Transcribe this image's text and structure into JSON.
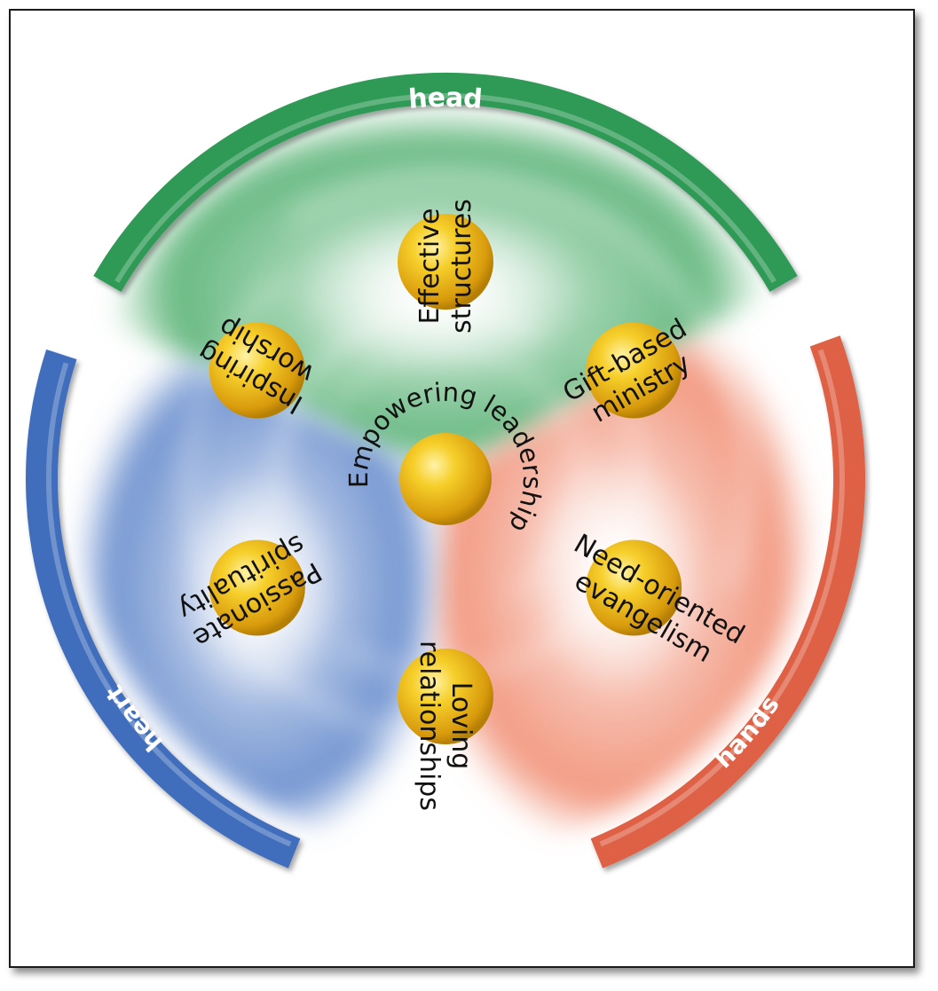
{
  "diagram": {
    "center_label": "Empowering leadership",
    "arcs": [
      {
        "id": "head",
        "label": "head",
        "color": "#2e9a57"
      },
      {
        "id": "hands",
        "label": "hands",
        "color": "#de6045"
      },
      {
        "id": "heart",
        "label": "heart",
        "color": "#3f6ebd"
      }
    ],
    "qualities": [
      {
        "line1": "Effective",
        "line2": "structures"
      },
      {
        "line1": "Gift-based",
        "line2": "ministry"
      },
      {
        "line1": "Need-oriented",
        "line2": "evangelism"
      },
      {
        "line1": "Loving",
        "line2": "relationships"
      },
      {
        "line1": "Passionate",
        "line2": "spirituality"
      },
      {
        "line1": "Inspiring",
        "line2": "worship"
      }
    ],
    "colors": {
      "green": "#4fae6d",
      "blue": "#5b83c9",
      "salmon": "#f0896d",
      "ball": "#f2c21a"
    }
  }
}
